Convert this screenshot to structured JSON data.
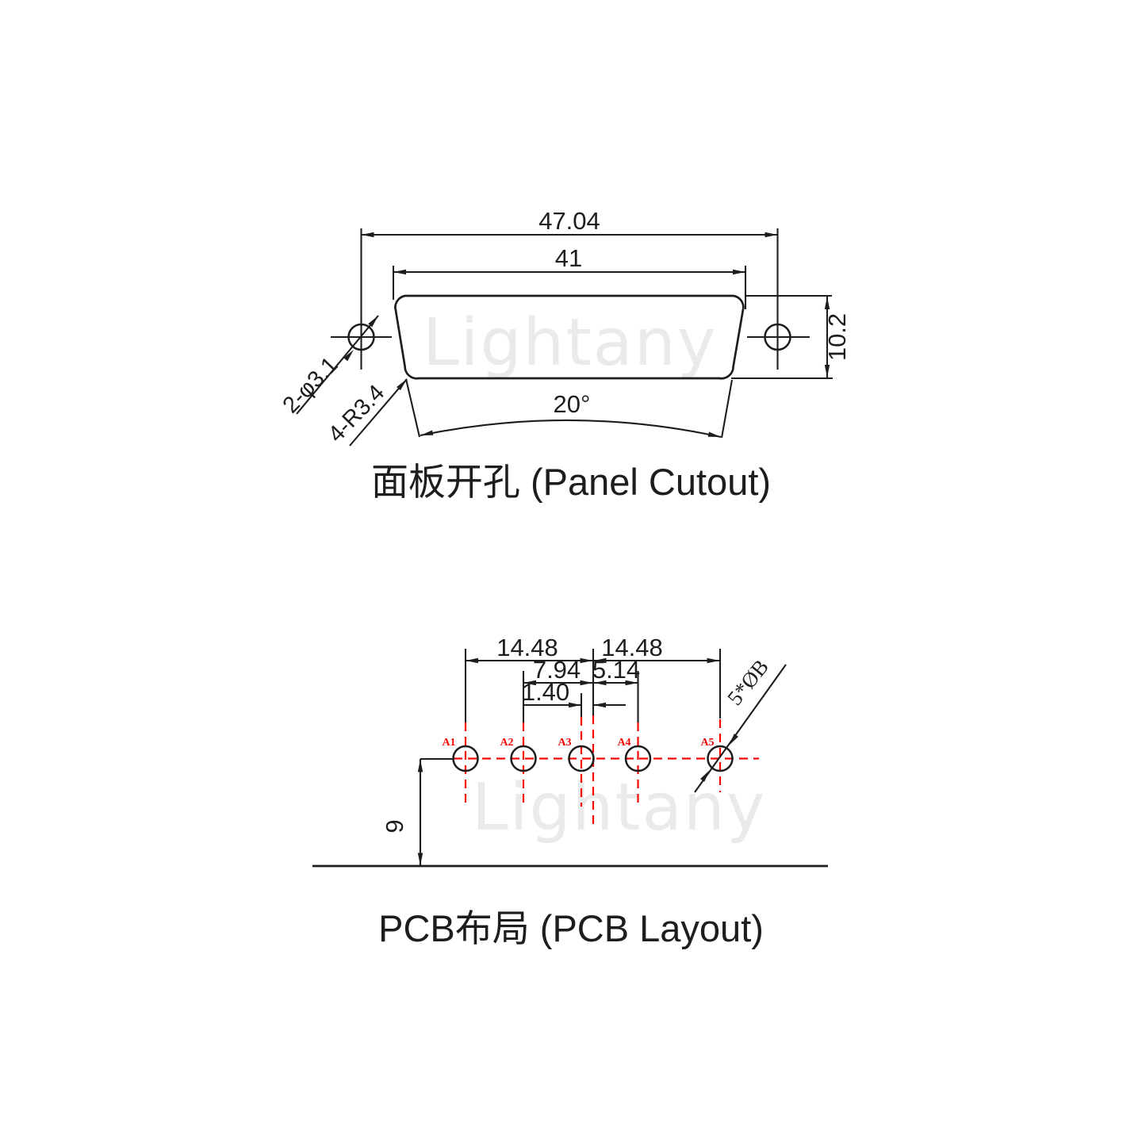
{
  "watermark_text": "Lightany",
  "panel": {
    "title": "面板开孔 (Panel Cutout)",
    "dim_overall": "47.04",
    "dim_opening": "41",
    "dim_height": "10.2",
    "dim_angle": "20°",
    "label_holes": "2-φ3.1",
    "label_radius": "4-R3.4"
  },
  "pcb": {
    "title": "PCB布局 (PCB Layout)",
    "dim_left_span": "14.48",
    "dim_right_span": "14.48",
    "dim_a2_center": "7.94",
    "dim_center_a4": "5.14",
    "dim_a3_center": "1.40",
    "dim_height": "9",
    "label_hole_dia": "5*ØB",
    "pins": [
      "A1",
      "A2",
      "A3",
      "A4",
      "A5"
    ]
  },
  "colors": {
    "line": "#1d1d1d",
    "accent_red": "#f50505",
    "watermark": "#eaeaea",
    "background": "#ffffff"
  }
}
